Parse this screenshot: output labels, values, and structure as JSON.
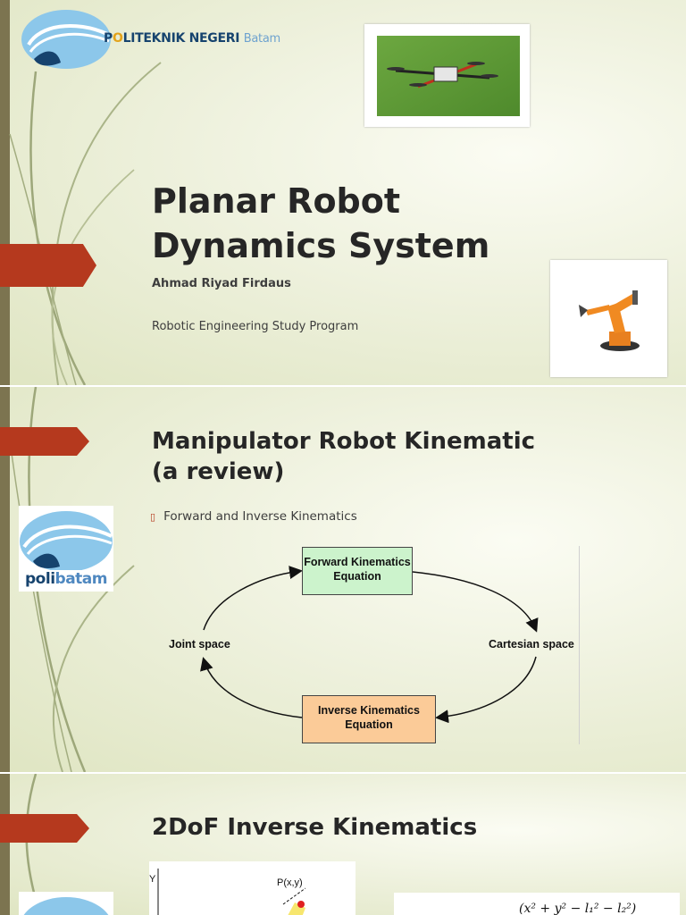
{
  "colors": {
    "accent_arrow": "#b5391e",
    "box_forward": "#ccf3cc",
    "box_inverse": "#fbcb98",
    "logo_blue": "#16436e",
    "logo_orange": "#e3a31a"
  },
  "slide1": {
    "logo": {
      "po": "P",
      "o": "O",
      "rest": "LITEKNIK NEGERI",
      "batam": "Batam"
    },
    "title_line1": "Planar Robot",
    "title_line2": "Dynamics System",
    "author": "Ahmad Riyad Firdaus",
    "program": "Robotic Engineering Study Program",
    "images": [
      "drone-photo",
      "robot-arm-photo"
    ]
  },
  "slide2": {
    "title_line1": "Manipulator Robot Kinematic",
    "title_line2": "(a review)",
    "bullet": "Forward and Inverse Kinematics",
    "logo": {
      "poli": "poli",
      "batam": "batam"
    },
    "diagram": {
      "forward_line1": "Forward Kinematics",
      "forward_line2": "Equation",
      "inverse_line1": "Inverse Kinematics",
      "inverse_line2": "Equation",
      "joint_space": "Joint space",
      "cartesian_space": "Cartesian space"
    }
  },
  "slide3": {
    "title": "2DoF Inverse Kinematics",
    "plot": {
      "y_axis": "Y",
      "point": "P(x,y)"
    },
    "formula": "(x² + y² − l₁² − l₂²)"
  }
}
